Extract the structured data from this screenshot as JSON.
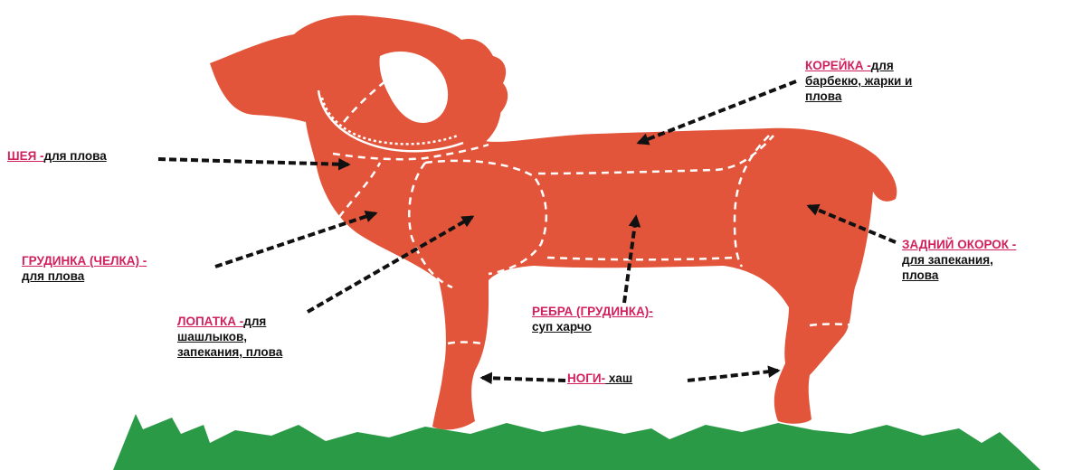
{
  "colors": {
    "body": "#e2553a",
    "grass": "#2b9a47",
    "cut_lines": "#ffffff",
    "arrows": "#111111",
    "highlight": "#d0215e"
  },
  "labels": {
    "koreika": {
      "title": "КОРЕЙКА -",
      "rest1": "для",
      "line2": "барбекю, жарки и",
      "line3": "плова"
    },
    "sheya": {
      "title": "ШЕЯ -",
      "rest1": "для плова"
    },
    "grudinka": {
      "title": "ГРУДИНКА (ЧЕЛКА) -",
      "line2": "для плова"
    },
    "lopatka": {
      "title": "ЛОПАТКА -",
      "rest1": "для",
      "line2": "шашлыков,",
      "line3": "запекания, плова"
    },
    "rebra": {
      "title": "РЕБРА (ГРУДИНКА)-",
      "line2": "суп харчо"
    },
    "nogi": {
      "title": "НОГИ-",
      "rest1": " хаш"
    },
    "okorok": {
      "title": "ЗАДНИЙ ОКОРОК -",
      "line2": "для запекания,",
      "line3": "плова"
    }
  },
  "icons": [
    "ram-silhouette",
    "horn",
    "grass",
    "arrow"
  ]
}
